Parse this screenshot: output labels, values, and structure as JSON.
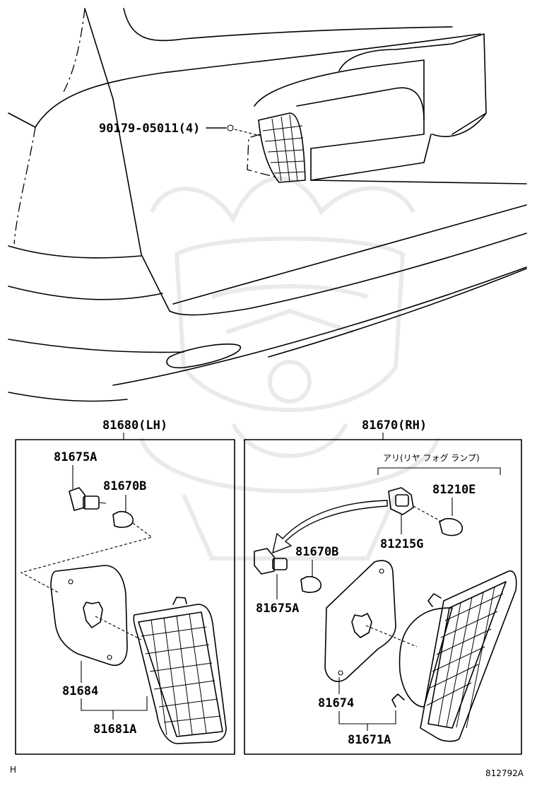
{
  "figure": {
    "watermark_icon": "samurai-helmet",
    "labels": {
      "bolt": "90179-05011(4)",
      "assy_lh": "81680(LH)",
      "assy_rh": "81670(RH)",
      "socket_lh": "81675A",
      "bulb_lh": "81670B",
      "gasket_lh": "81684",
      "lens_lh": "81681A",
      "option_note": "アリ(リヤ フォグ ランプ)",
      "bulb_fog": "81210E",
      "socket_fog": "81215G",
      "bulb_rh": "81670B",
      "socket_rh": "81675A",
      "gasket_rh": "81674",
      "lens_rh": "81671A"
    },
    "corner_left": "H",
    "corner_right": "812792A"
  }
}
